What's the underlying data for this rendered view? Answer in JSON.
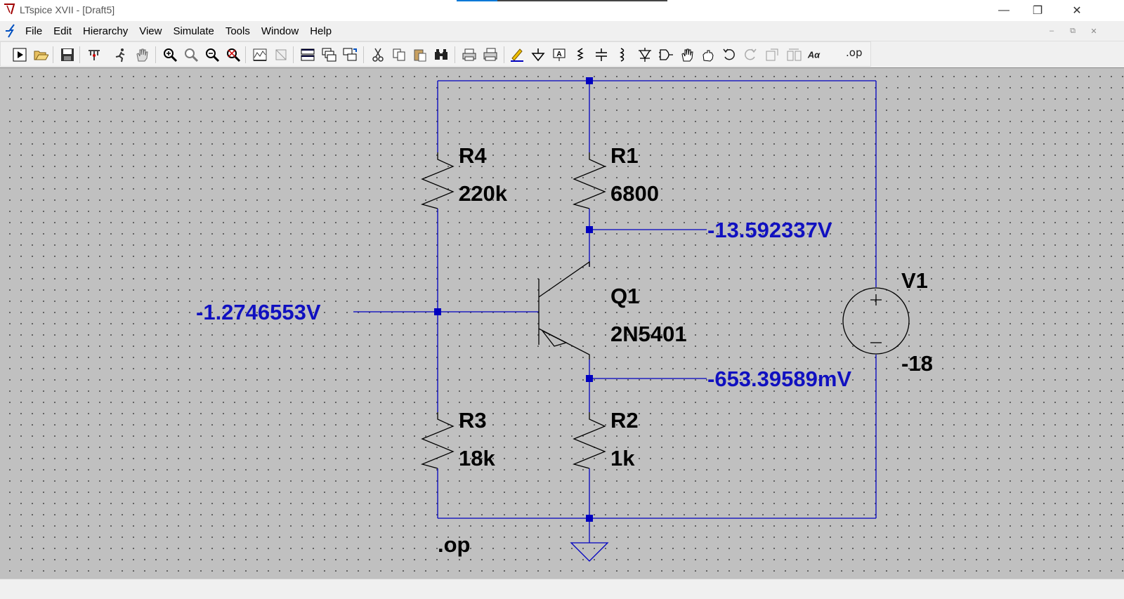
{
  "window": {
    "title": "LTspice XVII - [Draft5]",
    "minimize_label": "—",
    "restore_label": "❐",
    "close_label": "✕"
  },
  "menu": {
    "items": [
      {
        "label": "File"
      },
      {
        "label": "Edit"
      },
      {
        "label": "Hierarchy"
      },
      {
        "label": "View"
      },
      {
        "label": "Simulate"
      },
      {
        "label": "Tools"
      },
      {
        "label": "Window"
      },
      {
        "label": "Help"
      }
    ],
    "mdi_minimize": "‒",
    "mdi_restore": "⧉",
    "mdi_close": "✕"
  },
  "toolbar": {
    "icons": [
      "run-icon",
      "open-icon",
      "save-icon",
      "control-panel-icon",
      "halt-icon",
      "pan-icon",
      "zoom-in-icon",
      "zoom-back-icon",
      "zoom-out-icon",
      "zoom-fit-icon",
      "plot-icon",
      "plot-autorange-icon",
      "tile-icon",
      "cascade-icon",
      "tile-vertical-icon",
      "cut-icon",
      "copy-icon",
      "paste-icon",
      "find-icon",
      "print-icon",
      "print-setup-icon",
      "draw-wire-icon",
      "ground-icon",
      "label-net-icon",
      "resistor-icon",
      "capacitor-icon",
      "inductor-icon",
      "diode-icon",
      "component-icon",
      "move-icon",
      "drag-icon",
      "undo-icon",
      "redo-icon",
      "rotate-icon",
      "mirror-icon",
      "text-icon",
      "spice-directive-icon"
    ],
    "text_label": "Aα",
    "op_label": ".op"
  },
  "schematic": {
    "components": {
      "R4": {
        "name": "R4",
        "value": "220k"
      },
      "R1": {
        "name": "R1",
        "value": "6800"
      },
      "R3": {
        "name": "R3",
        "value": "18k"
      },
      "R2": {
        "name": "R2",
        "value": "1k"
      },
      "Q1": {
        "name": "Q1",
        "value": "2N5401"
      },
      "V1": {
        "name": "V1",
        "value": "-18"
      }
    },
    "node_voltages": {
      "collector": "-13.592337V",
      "base": "-1.2746553V",
      "emitter": "-653.39589mV"
    },
    "directive": ".op",
    "colors": {
      "wire": "#0000c0",
      "label": "#000000",
      "voltage": "#1010c0",
      "background": "#c0c0c0"
    }
  }
}
